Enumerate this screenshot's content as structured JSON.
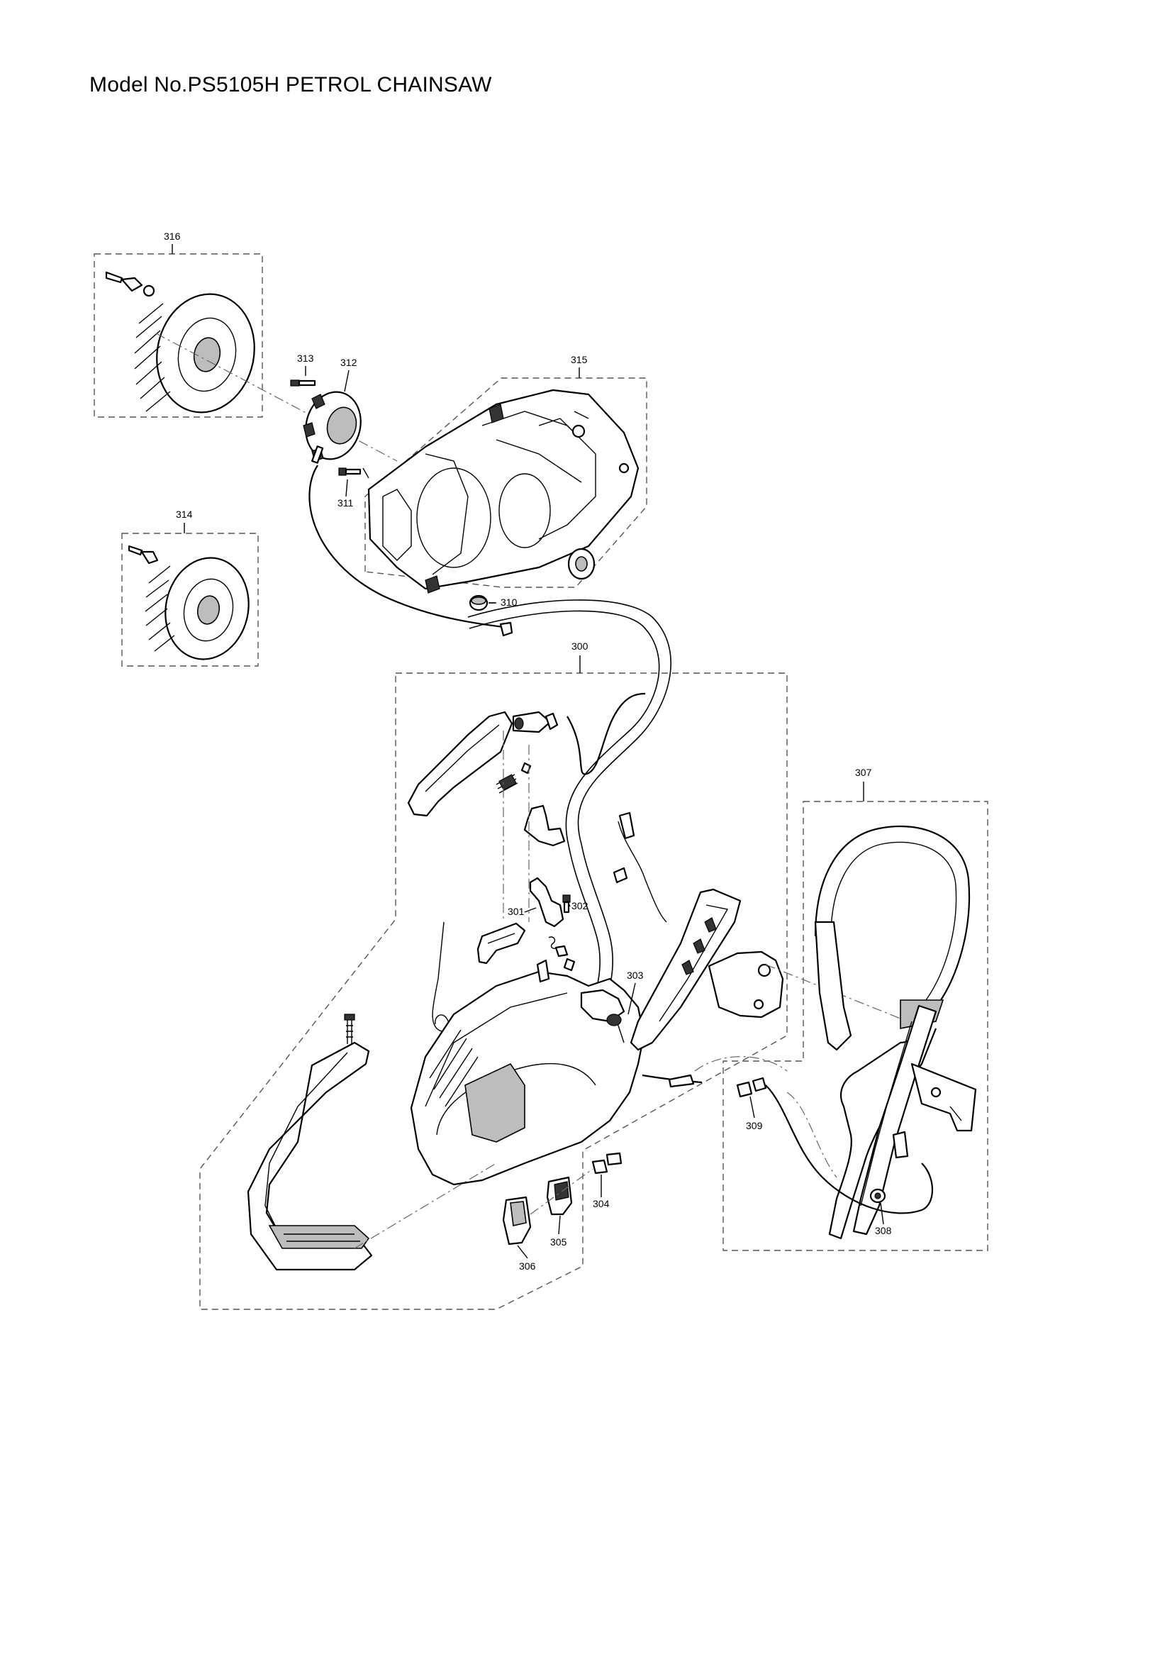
{
  "header": {
    "title": "Model No.PS5105H PETROL CHAINSAW"
  },
  "callouts": [
    "316",
    "313",
    "312",
    "315",
    "311",
    "314",
    "310",
    "300",
    "307",
    "301",
    "302",
    "303",
    "309",
    "304",
    "305",
    "306",
    "308"
  ],
  "colors": {
    "line": "#000000",
    "dashed_frame": "#555555",
    "shade": "#bdbdbd"
  }
}
